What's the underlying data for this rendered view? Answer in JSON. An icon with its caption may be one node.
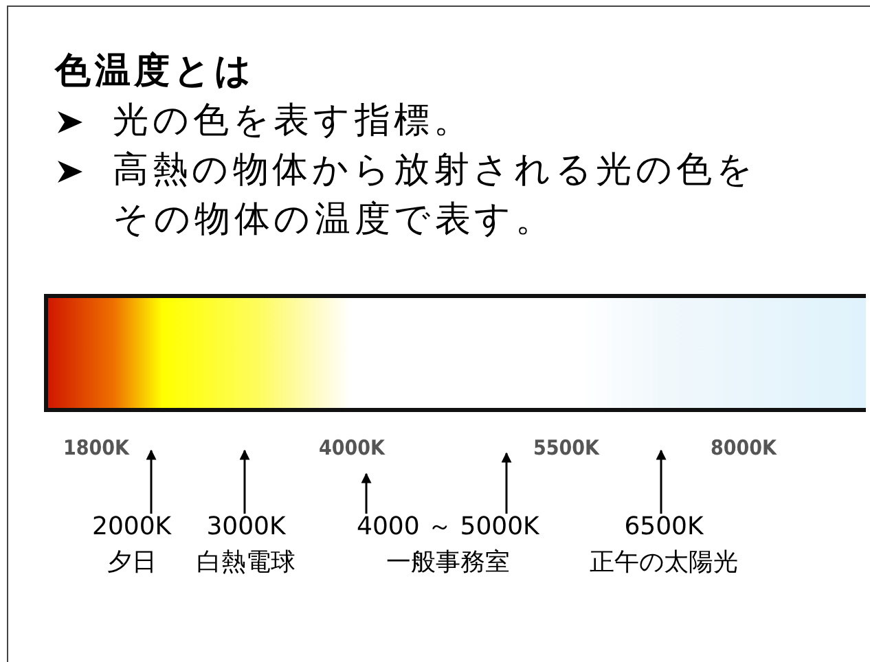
{
  "diagram": {
    "title": "色温度とは",
    "nodes": [
      {
        "text": [],
        "shape": "bar"
      },
      {
        "text": [
          "4000K"
        ]
      },
      {
        "text": [
          "2000K",
          "夕日"
        ]
      },
      {
        "text": [
          "3000K",
          "白熱電球"
        ]
      },
      {
        "text": [
          "4000 ～ 5000K",
          "一般事務室"
        ]
      },
      {
        "text": [
          "6500K",
          "正午の太陽光"
        ]
      }
    ],
    "edges": [
      {
        "from": 2,
        "to": 0,
        "arrow": "to"
      },
      {
        "from": 3,
        "to": 0,
        "arrow": "to"
      },
      {
        "from": 4,
        "to": 1,
        "arrow": "to"
      },
      {
        "from": 4,
        "to": 0,
        "arrow": "to"
      },
      {
        "from": 5,
        "to": 0,
        "arrow": "to"
      }
    ],
    "labels": [
      "光の色を表す指標。",
      "高熱の物体から放射される光の色をその物体の温度で表す。",
      "1800K",
      "5500K",
      "8000K"
    ]
  }
}
